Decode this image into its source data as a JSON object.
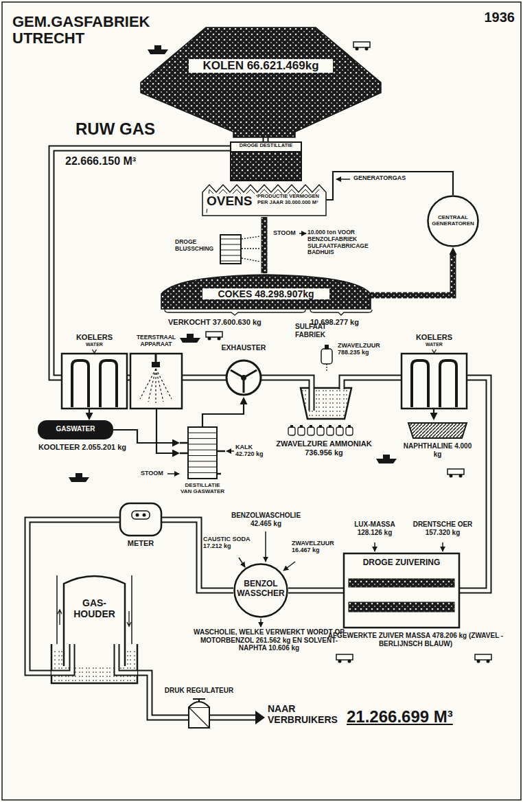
{
  "diagram": {
    "title": "GEM.GASFABRIEK UTRECHT",
    "nodes": [
      {
        "text": [
          "KOLEN 66.621.469kg"
        ]
      },
      {
        "text": [
          "DROGE DESTILLATIE"
        ]
      },
      {
        "text": [
          "OVENS",
          "PRODUCTIE VERMOGEN PER JAAR 30.000.000 M³"
        ]
      },
      {
        "text": [
          "DROGE BLUSSCHING"
        ]
      },
      {
        "text": [
          "COKES 48.298.907kg"
        ]
      },
      {
        "text": [
          "CENTRAAL GENERATOREN"
        ]
      },
      {
        "text": [
          "KOELERS",
          "WATER"
        ]
      },
      {
        "text": [
          "TEERSTRAAL APPARAAT"
        ]
      },
      {
        "text": [
          "EXHAUSTER"
        ]
      },
      {
        "text": [
          "SULFAAT FABRIEK"
        ]
      },
      {
        "text": [
          "KOELERS",
          "WATER"
        ]
      },
      {
        "text": [
          "GASWATER"
        ]
      },
      {
        "text": [
          "DESTILLATIE VAN GASWATER"
        ]
      },
      {
        "text": [
          "NAPHTHALINE 4.000 kg"
        ]
      },
      {
        "text": [
          "METER"
        ]
      },
      {
        "text": [
          "BENZOL WASSCHER"
        ]
      },
      {
        "text": [
          "DROGE ZUIVERING"
        ]
      },
      {
        "text": [
          "GAS- HOUDER"
        ]
      },
      {
        "text": [
          "DRUK REGULATEUR"
        ]
      }
    ],
    "edges": [
      {
        "from": 0,
        "to": 1,
        "arrow": "none"
      },
      {
        "from": 1,
        "to": 6,
        "arrow": "none",
        "label": "RUW GAS"
      },
      {
        "from": 2,
        "to": 4,
        "arrow": "none"
      },
      {
        "from": 4,
        "to": 5,
        "arrow": "to"
      },
      {
        "from": 5,
        "to": 2,
        "arrow": "to",
        "label": "GENERATORGAS"
      },
      {
        "from": 6,
        "to": 7,
        "arrow": "none"
      },
      {
        "from": 7,
        "to": 8,
        "arrow": "none"
      },
      {
        "from": 8,
        "to": 9,
        "arrow": "none"
      },
      {
        "from": 9,
        "to": 10,
        "arrow": "none"
      },
      {
        "from": 6,
        "to": 11,
        "arrow": "to"
      },
      {
        "from": 11,
        "to": 12,
        "arrow": "to"
      },
      {
        "from": 7,
        "to": 12,
        "arrow": "to"
      },
      {
        "from": 12,
        "to": 8,
        "arrow": "to"
      },
      {
        "from": 10,
        "to": 13,
        "arrow": "to"
      },
      {
        "from": 10,
        "to": 16,
        "arrow": "none"
      },
      {
        "from": 16,
        "to": 15,
        "arrow": "none"
      },
      {
        "from": 15,
        "to": 14,
        "arrow": "none"
      },
      {
        "from": 14,
        "to": 17,
        "arrow": "none"
      },
      {
        "from": 17,
        "to": 18,
        "arrow": "none"
      }
    ],
    "labels": [
      "1936",
      "22.666.150 M³",
      "STOOM",
      "10.000 ton VOOR BENZOLFABRIEK SULFAATFABRICAGE BADHUIS",
      "VERKOCHT 37.600.630 kg",
      "10.698.277 kg",
      "ZWAVELZUUR 788.235 kg",
      "KOOLTEER 2.055.201 kg",
      "STOOM",
      "KALK 42.720 kg",
      "ZWAVELZURE AMMONIAK 736.956 kg",
      "BENZOLWASCHOLIE 42.465 kg",
      "CAUSTIC SODA 17.212 kg",
      "ZWAVELZUUR 16.467 kg",
      "LUX-MASSA 128.126 kg",
      "DRENTSCHE OER 157.320 kg",
      "AFGEWERKTE ZUIVER MASSA 478.206 kg (ZWAVEL - BERLIJNSCH BLAUW)",
      "WASCHOLIE, WELKE VERWERKT WORDT OP MOTORBENZOL 261.562 kg EN SOLVENT-NAPHTA 10.606 kg",
      "NAAR VERBRUIKERS",
      "21.266.699 M³"
    ]
  }
}
